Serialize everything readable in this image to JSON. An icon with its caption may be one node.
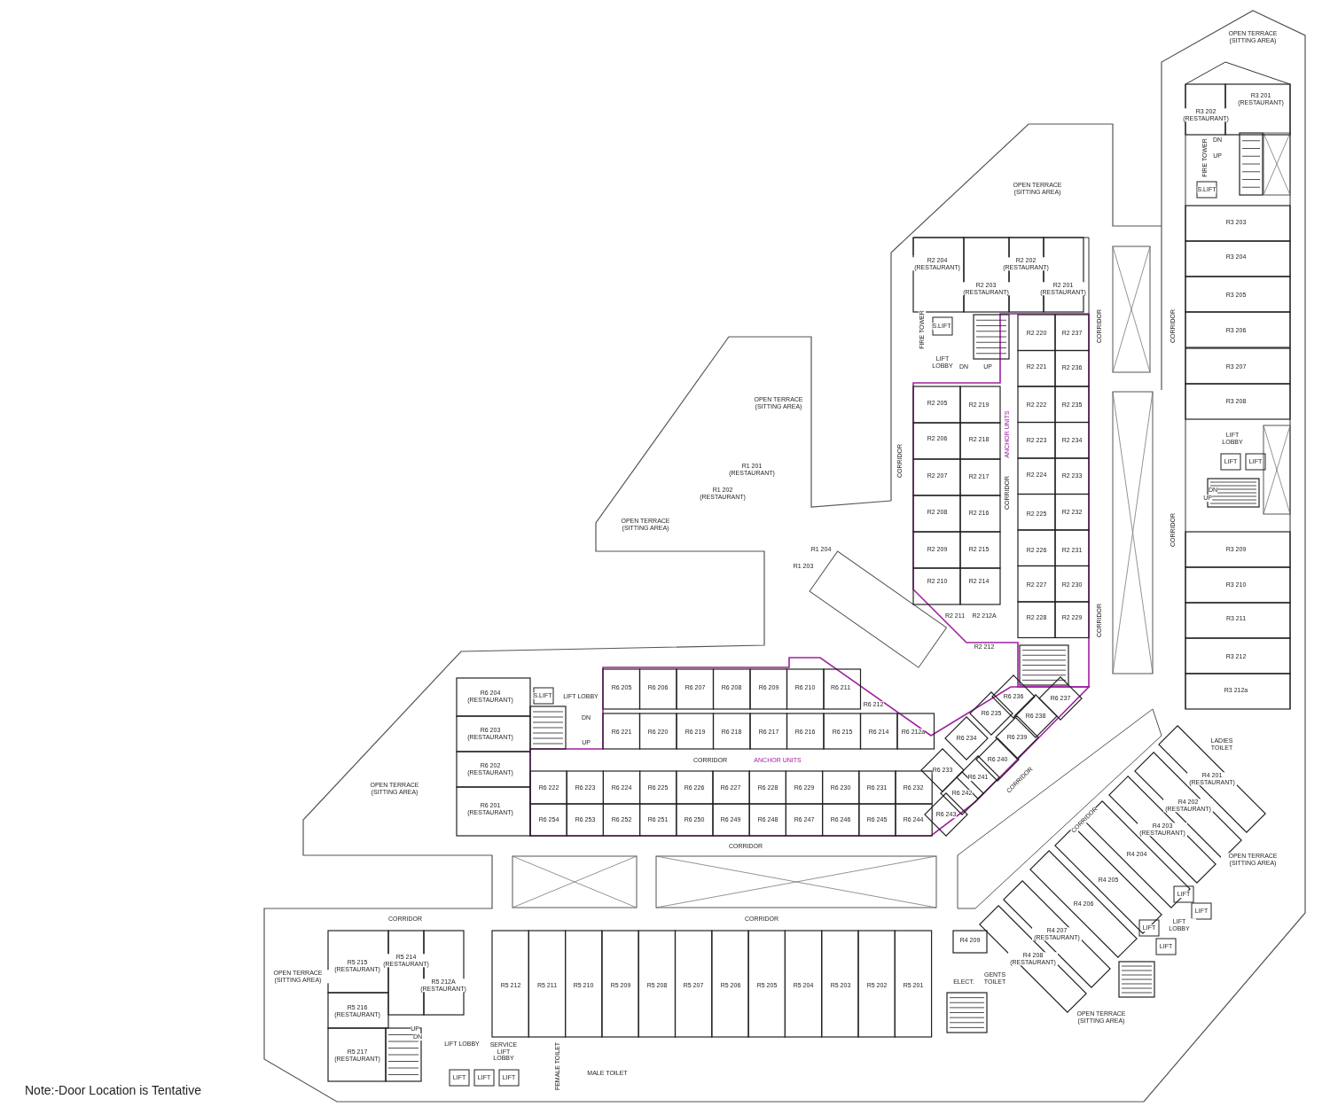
{
  "diagram": {
    "labels": [
      "OPEN TERRACE (SITTING AREA)",
      "R3 202 (RESTAURANT)",
      "R3 201 (RESTAURANT)",
      "FIRE TOWER",
      "DN",
      "UP",
      "S.LIFT",
      "R3 203",
      "R3 204",
      "R3 205",
      "R3 206",
      "R3 207",
      "R3 208",
      "LIFT LOBBY",
      "LIFT",
      "LIFT",
      "DN",
      "UP",
      "R3 209",
      "R3 210",
      "R3 211",
      "R3 212",
      "R3 212a",
      "CORRIDOR",
      "CORRIDOR",
      "OPEN TERRACE (SITTING AREA)",
      "R2 204 (RESTAURANT)",
      "R2 203 (RESTAURANT)",
      "R2 202 (RESTAURANT)",
      "R2 201 (RESTAURANT)",
      "FIRE TOWER",
      "S.LIFT",
      "LIFT LOBBY",
      "DN",
      "UP",
      "CORRIDOR",
      "R2 220",
      "R2 237",
      "R2 221",
      "R2 236",
      "R2 205",
      "R2 219",
      "R2 222",
      "R2 235",
      "ANCHOR UNITS",
      "R2 206",
      "R2 218",
      "R2 223",
      "R2 234",
      "CORRIDOR",
      "R2 207",
      "R2 217",
      "R2 224",
      "R2 233",
      "CORRIDOR",
      "R2 208",
      "R2 216",
      "R2 225",
      "R2 232",
      "R2 209",
      "R2 215",
      "R2 226",
      "R2 231",
      "R2 210",
      "R2 214",
      "R2 227",
      "R2 230",
      "R2 211",
      "R2 212A",
      "R2 228",
      "R2 229",
      "CORRIDOR",
      "R2 212",
      "OPEN TERRACE (SITTING AREA)",
      "R1 201 (RESTAURANT)",
      "R1 202 (RESTAURANT)",
      "OPEN TERRACE (SITTING AREA)",
      "R1 204",
      "R1 203",
      "R6 204 (RESTAURANT)",
      "S.LIFT",
      "LIFT LOBBY",
      "DN",
      "UP",
      "R6 205",
      "R6 206",
      "R6 207",
      "R6 208",
      "R6 209",
      "R6 210",
      "R6 211",
      "R6 236",
      "R6 237",
      "R6 212",
      "R6 235",
      "R6 238",
      "R6 203 (RESTAURANT)",
      "R6 221",
      "R6 220",
      "R6 219",
      "R6 218",
      "R6 217",
      "R6 216",
      "R6 215",
      "R6 214",
      "R6 212a",
      "R6 234",
      "R6 239",
      "CORRIDOR",
      "ANCHOR UNITS",
      "R6 240",
      "R6 202 (RESTAURANT)",
      "R6 233",
      "R6 241",
      "CORRIDOR",
      "R6 222",
      "R6 223",
      "R6 224",
      "R6 225",
      "R6 226",
      "R6 227",
      "R6 228",
      "R6 229",
      "R6 230",
      "R6 231",
      "R6 232",
      "OPEN TERRACE (SITTING AREA)",
      "R6 242",
      "R6 201 (RESTAURANT)",
      "R6 243",
      "R6 254",
      "R6 253",
      "R6 252",
      "R6 251",
      "R6 250",
      "R6 249",
      "R6 248",
      "R6 247",
      "R6 246",
      "R6 245",
      "R6 244",
      "CORRIDOR",
      "LADIES TOILET",
      "R4 201 (RESTAURANT)",
      "R4 202 (RESTAURANT)",
      "CORRIDOR",
      "R4 203 (RESTAURANT)",
      "R4 204",
      "OPEN TERRACE (SITTING AREA)",
      "R4 205",
      "LIFT",
      "R4 206",
      "LIFT",
      "LIFT LOBBY",
      "LIFT",
      "R4 207 (RESTAURANT)",
      "R4 209",
      "LIFT",
      "R4 208 (RESTAURANT)",
      "ELECT.",
      "GENTS TOILET",
      "OPEN TERRACE (SITTING AREA)",
      "CORRIDOR",
      "CORRIDOR",
      "R5 215 (RESTAURANT)",
      "R5 214 (RESTAURANT)",
      "R5 212A (RESTAURANT)",
      "OPEN TERRACE (SITTING AREA)",
      "R5 212",
      "R5 211",
      "R5 210",
      "R5 209",
      "R5 208",
      "R5 207",
      "R5 206",
      "R5 205",
      "R5 204",
      "R5 203",
      "R5 202",
      "R5 201",
      "R5 216 (RESTAURANT)",
      "R5 217 (RESTAURANT)",
      "UP",
      "DN",
      "LIFT LOBBY",
      "SERVICE LIFT LOBBY",
      "FEMALE TOILET",
      "MALE TOILET",
      "LIFT",
      "LIFT",
      "LIFT",
      "Note:-Door Location is Tentative"
    ]
  }
}
